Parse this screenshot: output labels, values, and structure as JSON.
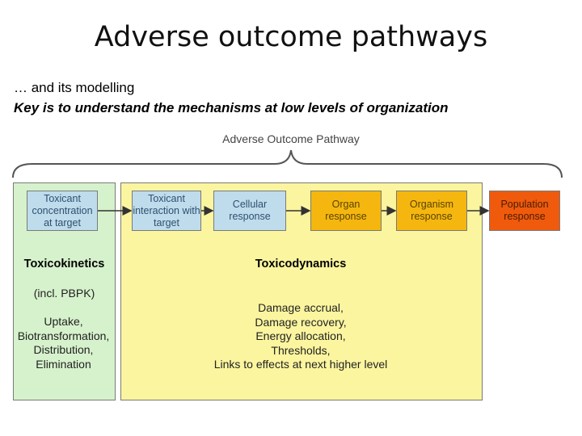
{
  "title": "Adverse outcome pathways",
  "subtitle1": "… and its modelling",
  "subtitle2": "Key is to understand the mechanisms at low levels of organization",
  "diagram": {
    "pathway_label": "Adverse Outcome Pathway",
    "boxes": [
      {
        "id": "toxicant-concentration",
        "text": "Toxicant concentration at target"
      },
      {
        "id": "toxicant-interaction",
        "text": "Toxicant interaction with target"
      },
      {
        "id": "cellular-response",
        "text": "Cellular response"
      },
      {
        "id": "organ-response",
        "text": "Organ response"
      },
      {
        "id": "organism-response",
        "text": "Organism response"
      },
      {
        "id": "population-response",
        "text": "Population response"
      }
    ],
    "toxicokinetics": {
      "heading": "Toxicokinetics",
      "note": "(incl. PBPK)",
      "items": [
        "Uptake,",
        "Biotransformation,",
        "Distribution,",
        "Elimination"
      ]
    },
    "toxicodynamics": {
      "heading": "Toxicodynamics",
      "items": [
        "Damage accrual,",
        "Damage recovery,",
        "Energy allocation,",
        "Thresholds,",
        "Links to effects at next higher level"
      ]
    },
    "colors": {
      "toxicokinetics_bg": "#d6f2cc",
      "toxicodynamics_bg": "#fbf59f",
      "blue_box": "#bfdcec",
      "organ_box": "#f5b70f",
      "population_box": "#ef5a0d"
    }
  }
}
